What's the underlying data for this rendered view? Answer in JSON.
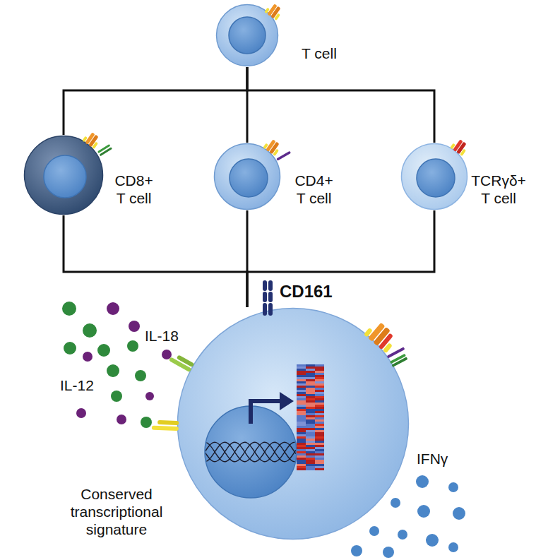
{
  "diagram": {
    "nodes": [
      {
        "text": [
          "T cell"
        ]
      },
      {
        "text": [
          "CD8+ T cell"
        ]
      },
      {
        "text": [
          "CD4+ T cell"
        ]
      },
      {
        "text": [
          "TCRγδ+ T cell"
        ]
      },
      {
        "text": [
          "CD161",
          "Conserved transcriptional signature"
        ]
      }
    ],
    "edges": [
      {
        "from": 0,
        "to": 1,
        "arrow": "none"
      },
      {
        "from": 0,
        "to": 2,
        "arrow": "none"
      },
      {
        "from": 0,
        "to": 3,
        "arrow": "none"
      },
      {
        "from": 1,
        "to": 4,
        "arrow": "none"
      },
      {
        "from": 2,
        "to": 4,
        "arrow": "none"
      },
      {
        "from": 3,
        "to": 4,
        "arrow": "none"
      }
    ],
    "labels": [
      "IL-18",
      "IL-12",
      "IFNγ"
    ]
  }
}
